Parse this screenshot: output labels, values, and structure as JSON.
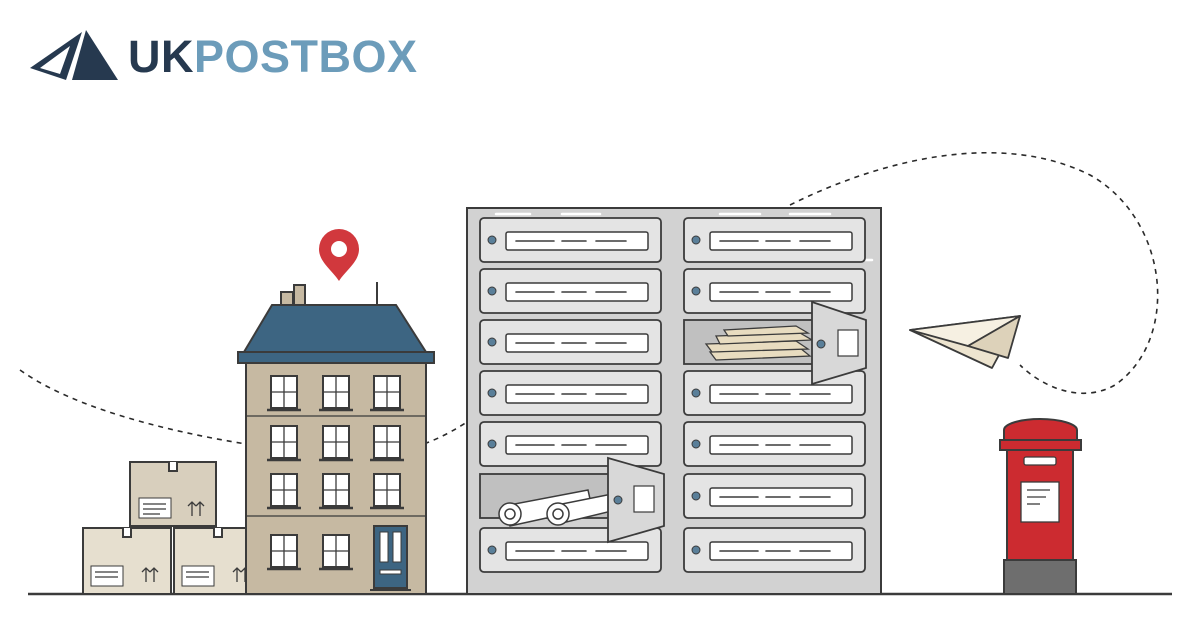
{
  "brand": {
    "name_part1": "UK",
    "name_part2": "POSTBOX",
    "logo_icon": "triangle-logo-icon",
    "colors": {
      "dark_navy": "#26394f",
      "light_blue": "#6c9cba",
      "roof_blue": "#3d6582",
      "postbox_red": "#cc2b30",
      "pin_red": "#d1383d",
      "building_beige": "#c6b9a2",
      "mailbox_grey": "#d2d2d2"
    }
  },
  "illustration": {
    "icons": [
      "parcel-box-icon",
      "apartment-building-icon",
      "location-pin-icon",
      "mailbox-wall-icon",
      "paper-plane-icon",
      "red-pillar-postbox-icon"
    ],
    "mailbox_columns": 2,
    "mailbox_rows": 7
  }
}
